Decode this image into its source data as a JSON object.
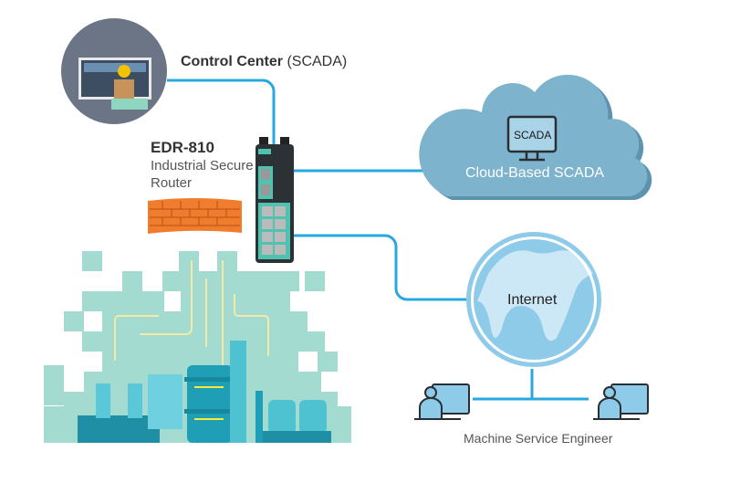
{
  "control_center": {
    "title_bold": "Control Center",
    "title_rest": "(SCADA)"
  },
  "router": {
    "model": "EDR-810",
    "desc_line1": "Industrial Secure",
    "desc_line2": "Router"
  },
  "cloud": {
    "label": "Cloud-Based SCADA",
    "screen_label": "SCADA"
  },
  "internet": {
    "label": "Internet"
  },
  "engineer": {
    "label": "Machine Service Engineer"
  },
  "colors": {
    "link": "#29a8e0",
    "cloud": "#7db3cc",
    "globe": "#8ecbe8",
    "firewall": "#f07d2e",
    "factory_bg": "#a3dbd0",
    "factory": "#1e9fb5",
    "router": "#2c3136",
    "router_accent": "#4fc2b0"
  }
}
